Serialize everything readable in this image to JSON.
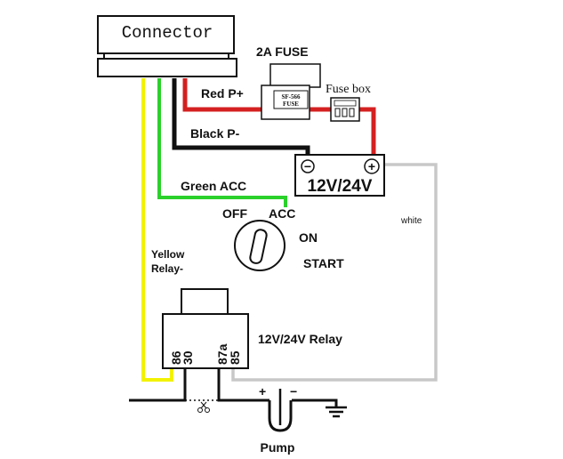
{
  "connector": {
    "label": "Connector"
  },
  "fuse": {
    "title": "2A FUSE",
    "part_line1": "SF-566",
    "part_line2": "FUSE",
    "fuse_box_label": "Fuse box"
  },
  "wires": {
    "red": "Red P+",
    "black": "Black P-",
    "green": "Green ACC",
    "yellow_line1": "Yellow",
    "yellow_line2": "Relay-",
    "white": "white"
  },
  "battery": {
    "label": "12V/24V",
    "minus": "−",
    "plus": "+"
  },
  "ignition": {
    "off": "OFF",
    "acc": "ACC",
    "on": "ON",
    "start": "START"
  },
  "relay": {
    "label": "12V/24V Relay",
    "pin_30": "30",
    "pin_86": "86",
    "pin_87a": "87a",
    "pin_85": "85"
  },
  "pump": {
    "label": "Pump",
    "plus": "+",
    "minus": "−"
  },
  "colors": {
    "red": "#d42020",
    "black": "#111111",
    "green": "#2bd12b",
    "yellow": "#f2f200",
    "white_wire": "#c8c8c8"
  }
}
